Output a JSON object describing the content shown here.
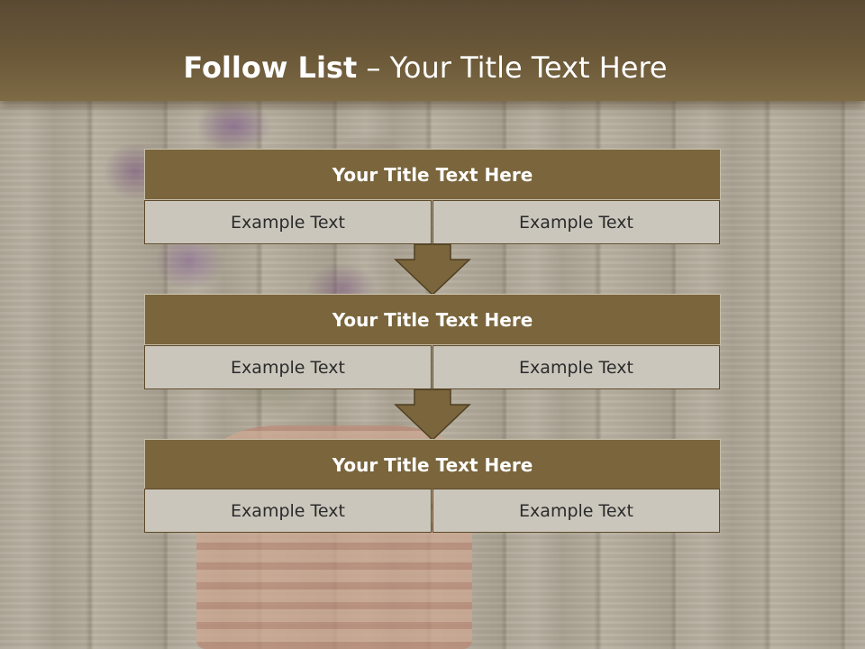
{
  "slide": {
    "title_strong": "Follow List",
    "title_rest": " – Your Title Text Here"
  },
  "blocks": [
    {
      "title": "Your Title Text Here",
      "left": "Example Text",
      "right": "Example Text"
    },
    {
      "title": "Your Title Text Here",
      "left": "Example Text",
      "right": "Example Text"
    },
    {
      "title": "Your Title Text Here",
      "left": "Example Text",
      "right": "Example Text"
    }
  ],
  "colors": {
    "header": "#6a5838",
    "block_title": "#7a653c",
    "cell": "#cbc6bc"
  },
  "icons": [
    "down-arrow-icon",
    "down-arrow-icon"
  ]
}
